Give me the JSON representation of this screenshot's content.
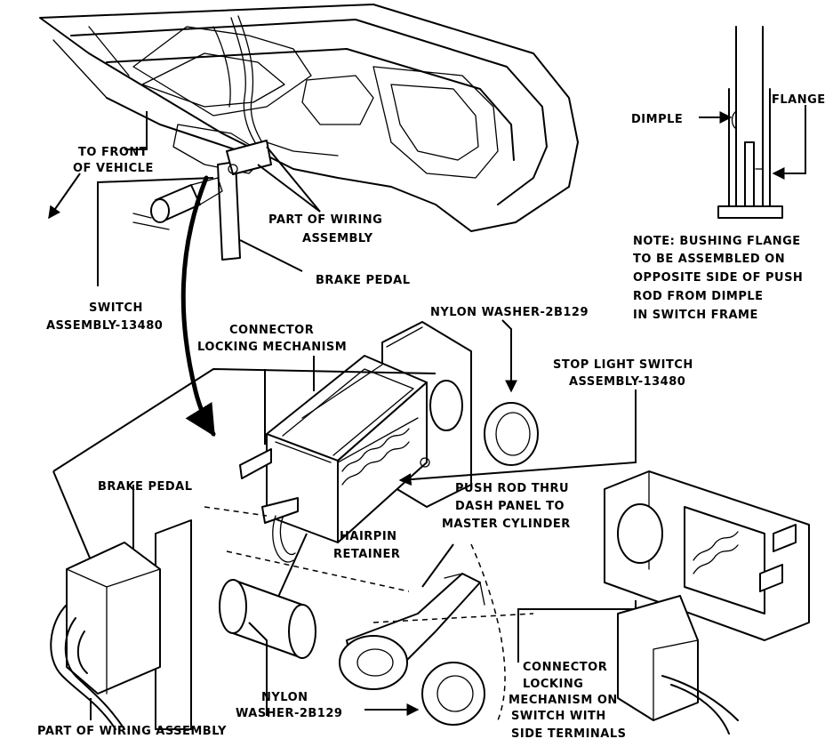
{
  "labels": {
    "to_front": [
      "TO FRONT",
      "OF VEHICLE"
    ],
    "switch_assembly_top": [
      "SWITCH",
      "ASSEMBLY-13480"
    ],
    "part_wiring_top": [
      "PART OF WIRING",
      "ASSEMBLY"
    ],
    "brake_pedal_top": "BRAKE PEDAL",
    "dimple": "DIMPLE",
    "flange": "FLANGE",
    "note": [
      "NOTE: BUSHING FLANGE",
      "TO BE ASSEMBLED ON",
      "OPPOSITE SIDE OF PUSH",
      "ROD FROM DIMPLE",
      "IN SWITCH FRAME"
    ],
    "connector_locking": [
      "CONNECTOR",
      "LOCKING MECHANISM"
    ],
    "nylon_washer_top": "NYLON WASHER-2B129",
    "stop_light_switch": [
      "STOP LIGHT SWITCH",
      "ASSEMBLY-13480"
    ],
    "brake_pedal_left": "BRAKE PEDAL",
    "push_rod": [
      "PUSH ROD THRU",
      "DASH PANEL TO",
      "MASTER CYLINDER"
    ],
    "hairpin": [
      "HAIRPIN",
      "RETAINER"
    ],
    "nylon_washer_bottom": [
      "NYLON",
      "WASHER-2B129"
    ],
    "part_wiring_bottom": "PART OF WIRING ASSEMBLY",
    "connector_side": [
      "CONNECTOR",
      "LOCKING",
      "MECHANISM ON",
      "SWITCH WITH",
      "SIDE TERMINALS"
    ]
  }
}
